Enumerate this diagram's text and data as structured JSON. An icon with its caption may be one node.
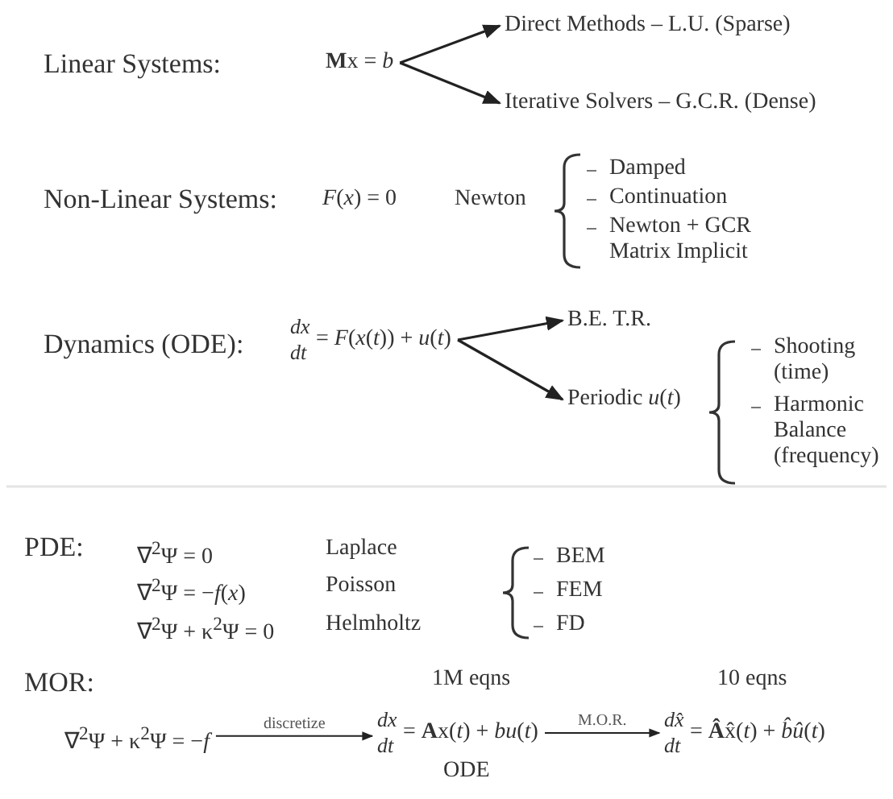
{
  "diagram": {
    "nodes": [
      {
        "text": [
          "**M**x = *b*"
        ]
      },
      {
        "text": [
          "Direct Methods – L.U. (Sparse)"
        ]
      },
      {
        "text": [
          "Iterative Solvers – G.C.R. (Dense)"
        ]
      },
      {
        "text": [
          "*dx*",
          "*dt*",
          "= *F*(*x*(*t*)) + *u*(*t*)"
        ]
      },
      {
        "text": [
          "B.E. T.R."
        ]
      },
      {
        "text": [
          "Periodic *u*(*t*)"
        ]
      },
      {
        "text": [
          "∇$^{2}$Ψ + κ$^{2}$Ψ = −*f*"
        ]
      },
      {
        "text": [
          "*dx*",
          "*dt*",
          "= **A**x(*t*) + *bu*(*t*)"
        ],
        "beside": [
          "1M eqns",
          "ODE"
        ]
      },
      {
        "text": [
          "*dx̂*",
          "*dt*",
          "= **Â**x̂(*t*) + *b̂û*(*t*)"
        ],
        "beside": [
          "10 eqns"
        ]
      }
    ],
    "edges": [
      {
        "from": 0,
        "to": 1,
        "arrow": "to"
      },
      {
        "from": 0,
        "to": 2,
        "arrow": "to"
      },
      {
        "from": 3,
        "to": 4,
        "arrow": "to"
      },
      {
        "from": 3,
        "to": 5,
        "arrow": "to"
      },
      {
        "from": 6,
        "to": 7,
        "arrow": "to",
        "label": "discretize"
      },
      {
        "from": 7,
        "to": 8,
        "arrow": "to",
        "label": "M.O.R."
      }
    ],
    "labels": [
      "Linear Systems:",
      "Non-Linear Systems:",
      "*F*(*x*) = 0",
      "Newton",
      "Damped",
      "Continuation",
      "Newton + GCR Matrix Implicit",
      "Dynamics (ODE):",
      "Shooting (time)",
      "Harmonic Balance (frequency)",
      "PDE:",
      "∇$^{2}$Ψ = 0",
      "Laplace",
      "∇$^{2}$Ψ = −*f*(*x*)",
      "Poisson",
      "∇$^{2}$Ψ + κ$^{2}$Ψ = 0",
      "Helmholtz",
      "BEM",
      "FEM",
      "FD",
      "MOR:"
    ]
  }
}
